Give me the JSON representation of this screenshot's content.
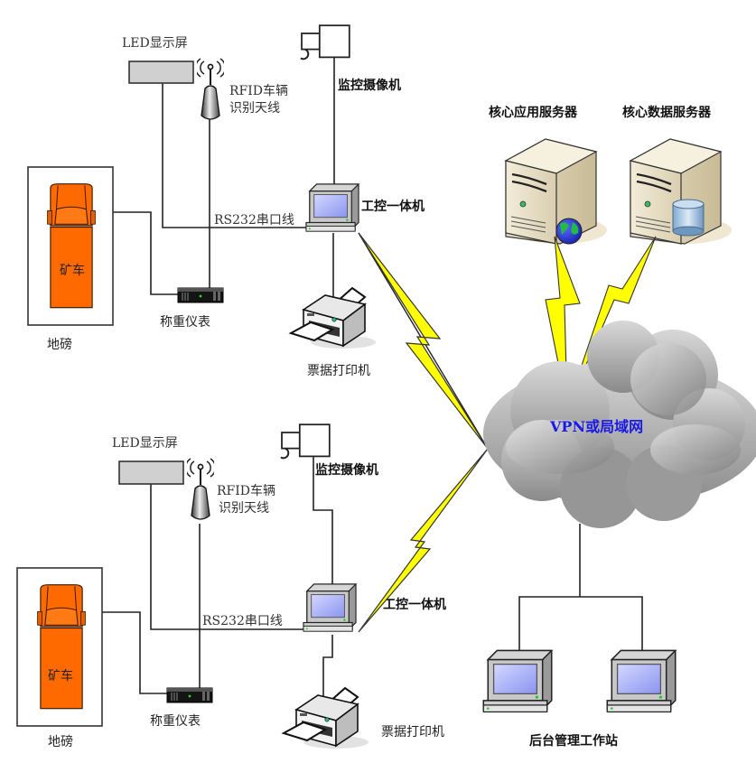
{
  "title": "矿车称重网络拓扑图",
  "colors": {
    "truck": "#ff6a00",
    "led": "#d0d0d0",
    "cloud_text": "#1a1ae6",
    "lightning": "#ffff00",
    "screen": "#9fa8ff",
    "server": "#ece3c8"
  },
  "sites": [
    {
      "led_label": "LED显示屏",
      "rfid_label_line1": "RFID车辆",
      "rfid_label_line2": "识别天线",
      "camera_label": "监控摄像机",
      "pc_label": "工控一体机",
      "serial_label": "RS232串口线",
      "truck_label": "矿车",
      "scale_label": "地磅",
      "meter_label": "称重仪表",
      "printer_label": "票据打印机"
    },
    {
      "led_label": "LED显示屏",
      "rfid_label_line1": "RFID车辆",
      "rfid_label_line2": "识别天线",
      "camera_label": "监控摄像机",
      "pc_label": "工控一体机",
      "serial_label": "RS232串口线",
      "truck_label": "矿车",
      "scale_label": "地磅",
      "meter_label": "称重仪表",
      "printer_label": "票据打印机"
    }
  ],
  "servers": {
    "app_label": "核心应用服务器",
    "data_label": "核心数据服务器"
  },
  "network": {
    "label": "VPN或局域网"
  },
  "workstations": {
    "label": "后台管理工作站",
    "count": 2
  }
}
